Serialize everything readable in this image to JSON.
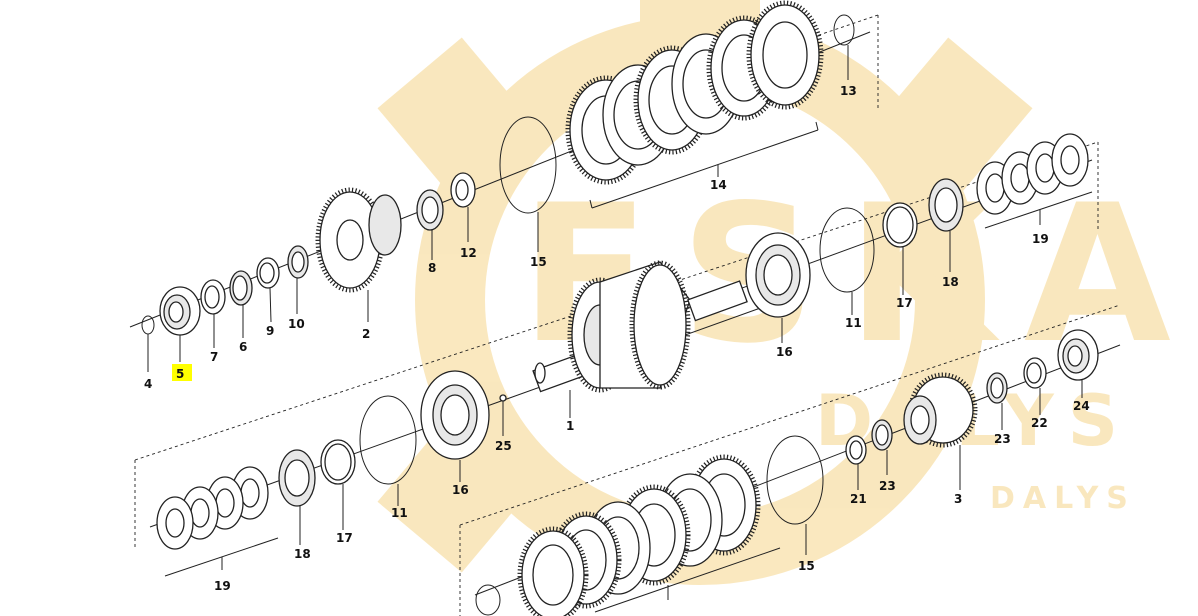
{
  "brand": {
    "watermark_main": "ESKA",
    "watermark_sub1": "DALYS",
    "watermark_sub2": "DALYS",
    "watermark_color": "#f5d58a",
    "highlight_color": "#ffff00"
  },
  "labels": {
    "l1": "1",
    "l2": "2",
    "l3": "3",
    "l4": "4",
    "l5": "5",
    "l6": "6",
    "l7": "7",
    "l8": "8",
    "l9": "9",
    "l10": "10",
    "l11a": "11",
    "l11b": "11",
    "l12": "12",
    "l13": "13",
    "l14": "14",
    "l15a": "15",
    "l15b": "15",
    "l16a": "16",
    "l16b": "16",
    "l17a": "17",
    "l17b": "17",
    "l18a": "18",
    "l18b": "18",
    "l19a": "19",
    "l19b": "19",
    "l21": "21",
    "l22": "22",
    "l23a": "23",
    "l23b": "23",
    "l24": "24",
    "l25": "25"
  },
  "highlighted_part": "5"
}
